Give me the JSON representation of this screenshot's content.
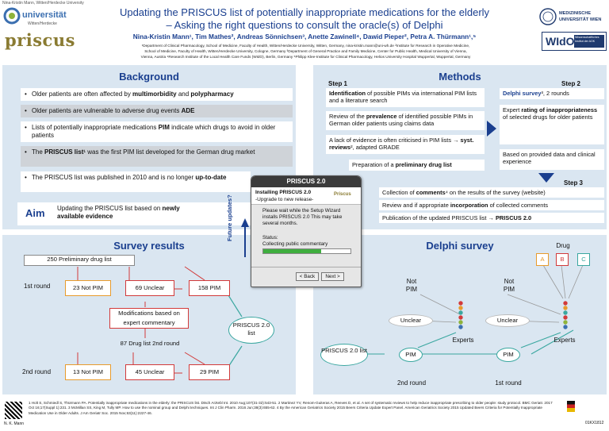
{
  "header": {
    "corner_credit": "Nina-Kristin Mann, Witten/Herdecke University",
    "uni_top": "universität",
    "uni_bottom": "Witten/Herdecke",
    "priscus_logo": "priscus",
    "title_line1": "Updating the PRISCUS list of potentially inappropriate medications for the elderly",
    "title_line2": "– Asking the right questions to consult the oracle(s) of Delphi",
    "authors": "Nina-Kristin Mann¹, Tim Mathes², Andreas Sönnichsen³, Anette Zawinell⁴, Dawid Pieper², Petra A. Thürmann¹,⁵",
    "affil1": "¹Department of Clinical Pharmacology, School of Medicine, Faculty of Health, Witten/Herdecke University, Witten, Germany, nina-kristin.mann@uni-wh.de ²Institute for Research in Operative Medicine,",
    "affil2": "School of Medicine, Faculty of Health, Witten/Herdecke University, Cologne, Germany ³Department of General Practice and Family Medicine, Center for Public Health, Medical University of Vienna,",
    "affil3": "Vienna, Austria ⁴Research Institute of the Local Health Care Funds (WIdO), Berlin, Germany ⁵Philipp Klee-Institute for Clinical Pharmacology, Helios University Hospital Wuppertal, Wuppertal, Germany",
    "vienna_line1": "MEDIZINISCHE",
    "vienna_line2": "UNIVERSITÄT WIEN",
    "wido": "WIdO",
    "wido_sub": "Wissenschaftliches Institut der AOK"
  },
  "background": {
    "title": "Background",
    "bullets": [
      {
        "plain": "Older patients are often affected by ",
        "bold": "multimorbidity",
        "mid": " and ",
        "bold2": "polypharmacy"
      },
      {
        "plain": "Older patients are vulnerable to adverse drug events ",
        "bold": "ADE"
      },
      {
        "plain": "Lists of potentially inappropriate medications ",
        "bold": "PIM",
        "rest": " indicate which drugs to avoid in older patients"
      },
      {
        "pre": "The ",
        "bold": "PRISCUS list",
        "rest": "¹ was the first PIM list developed for the German drug market"
      },
      {
        "plain": "The PRISCUS list was published in 2010 and is no longer ",
        "bold": "up-to-date"
      }
    ],
    "aim_label": "Aim",
    "aim_text": "Updating the PRISCUS list based on ",
    "aim_bold1": "newly",
    "aim_bold2": "available evidence"
  },
  "methods": {
    "title": "Methods",
    "step1": "Step 1",
    "step2": "Step 2",
    "step3": "Step 3",
    "s1_box1_b": "Identification",
    "s1_box1": " of possible PIMs via international PIM lists and a literature search",
    "s1_box2_a": "Review of the ",
    "s1_box2_b": "prevalence",
    "s1_box2_c": " of identified possible PIMs in German older patients using claims data",
    "s1_box3_a": "A lack of evidence is often criticised in PIM lists → ",
    "s1_box3_b": "syst. reviews",
    "s1_box3_c": "², adapted GRADE",
    "s1_box4_a": "Preparation of a ",
    "s1_box4_b": "preliminary drug list",
    "s2_box1_b": "Delphi survey",
    "s2_box1": "³, 2 rounds",
    "s2_box2_a": "Expert ",
    "s2_box2_b": "rating of inappropriateness",
    "s2_box2_c": " of selected drugs for older patients",
    "s2_box3": "Based on provided data and clinical experience",
    "s3_box1_a": "Collection of ",
    "s3_box1_b": "comments",
    "s3_box1_c": "⁴ on the results of the survey (website)",
    "s3_box2_a": "Review and if appropriate ",
    "s3_box2_b": "incorporation",
    "s3_box2_c": " of collected comments",
    "s3_box3_a": "Publication of the updated PRISCUS list → ",
    "s3_box3_b": "PRISCUS 2.0"
  },
  "wizard": {
    "window_title": "PRISCUS 2.0",
    "heading": "Installing PRISCUS 2.0",
    "subheading": "-Upgrade to new release-",
    "logo": "Priscus",
    "body": "Please wait while the Setup Wizard installs PRISCUS 2.0 This may take several months.",
    "status_label": "Status:",
    "status_value": "Collecting public commentary",
    "progress": 0.66,
    "back": "< Back",
    "next": "Next >",
    "side_label": "Future updates?"
  },
  "survey": {
    "title": "Survey results",
    "prelim": "250 Preliminary drug list",
    "round1": "1st round",
    "r1_notpim": "23 Not PIM",
    "r1_unclear": "69 Unclear",
    "r1_pim": "158 PIM",
    "mods": "Modifications based on expert commentary",
    "drug2": "87 Drug list 2nd round",
    "round2": "2nd round",
    "r2_notpim": "13 Not PIM",
    "r2_unclear": "45 Unclear",
    "r2_pim": "29 PIM",
    "priscus": "PRISCUS 2.0 list"
  },
  "delphi": {
    "title": "Delphi survey",
    "drug": "Drug",
    "a": "A",
    "b": "B",
    "c": "C",
    "notpim": "Not PIM",
    "unclear": "Unclear",
    "experts": "Experts",
    "pim": "PIM",
    "priscus": "PRISCUS 2.0 list",
    "round2": "2nd round",
    "round1": "1st round"
  },
  "footer": {
    "qr_name": "N. K. Mann",
    "refs": "1 Holt S, Schmiedl S, Thürmann PA. Potentially inappropriate medications in the elderly: the PRISCUS list. Dtsch Arztebl Int. 2010 Aug;107(31-32):543-51. 2 Martinez YV, Renom-Guiteras A, Reeves D, et al. A set of systematic reviews to help reduce inappropriate prescribing to older people: study protocol. BMC Geriatr. 2017 Oct 16;17(Suppl 1):231. 3 McMillan SS, King M, Tully MP. How to use the nominal group and Delphi techniques. Int J Clin Pharm. 2016 Jun;38(3):655-62. 4 By the American Geriatrics Society 2015 Beers Criteria Update Expert Panel. American Geriatrics Society 2015 Updated Beers Criteria for Potentially Inappropriate Medication Use in Older Adults. J Am Geriatr Soc. 2015 Nov;63(11):2227-46.",
    "code": "01KX1812"
  },
  "colors": {
    "title_blue": "#1a3f8f",
    "panel": "#dae6f1",
    "arrow": "#1a3f8f",
    "orange": "#e89b2c",
    "red": "#d23a3a",
    "teal": "#3aa7a0"
  }
}
